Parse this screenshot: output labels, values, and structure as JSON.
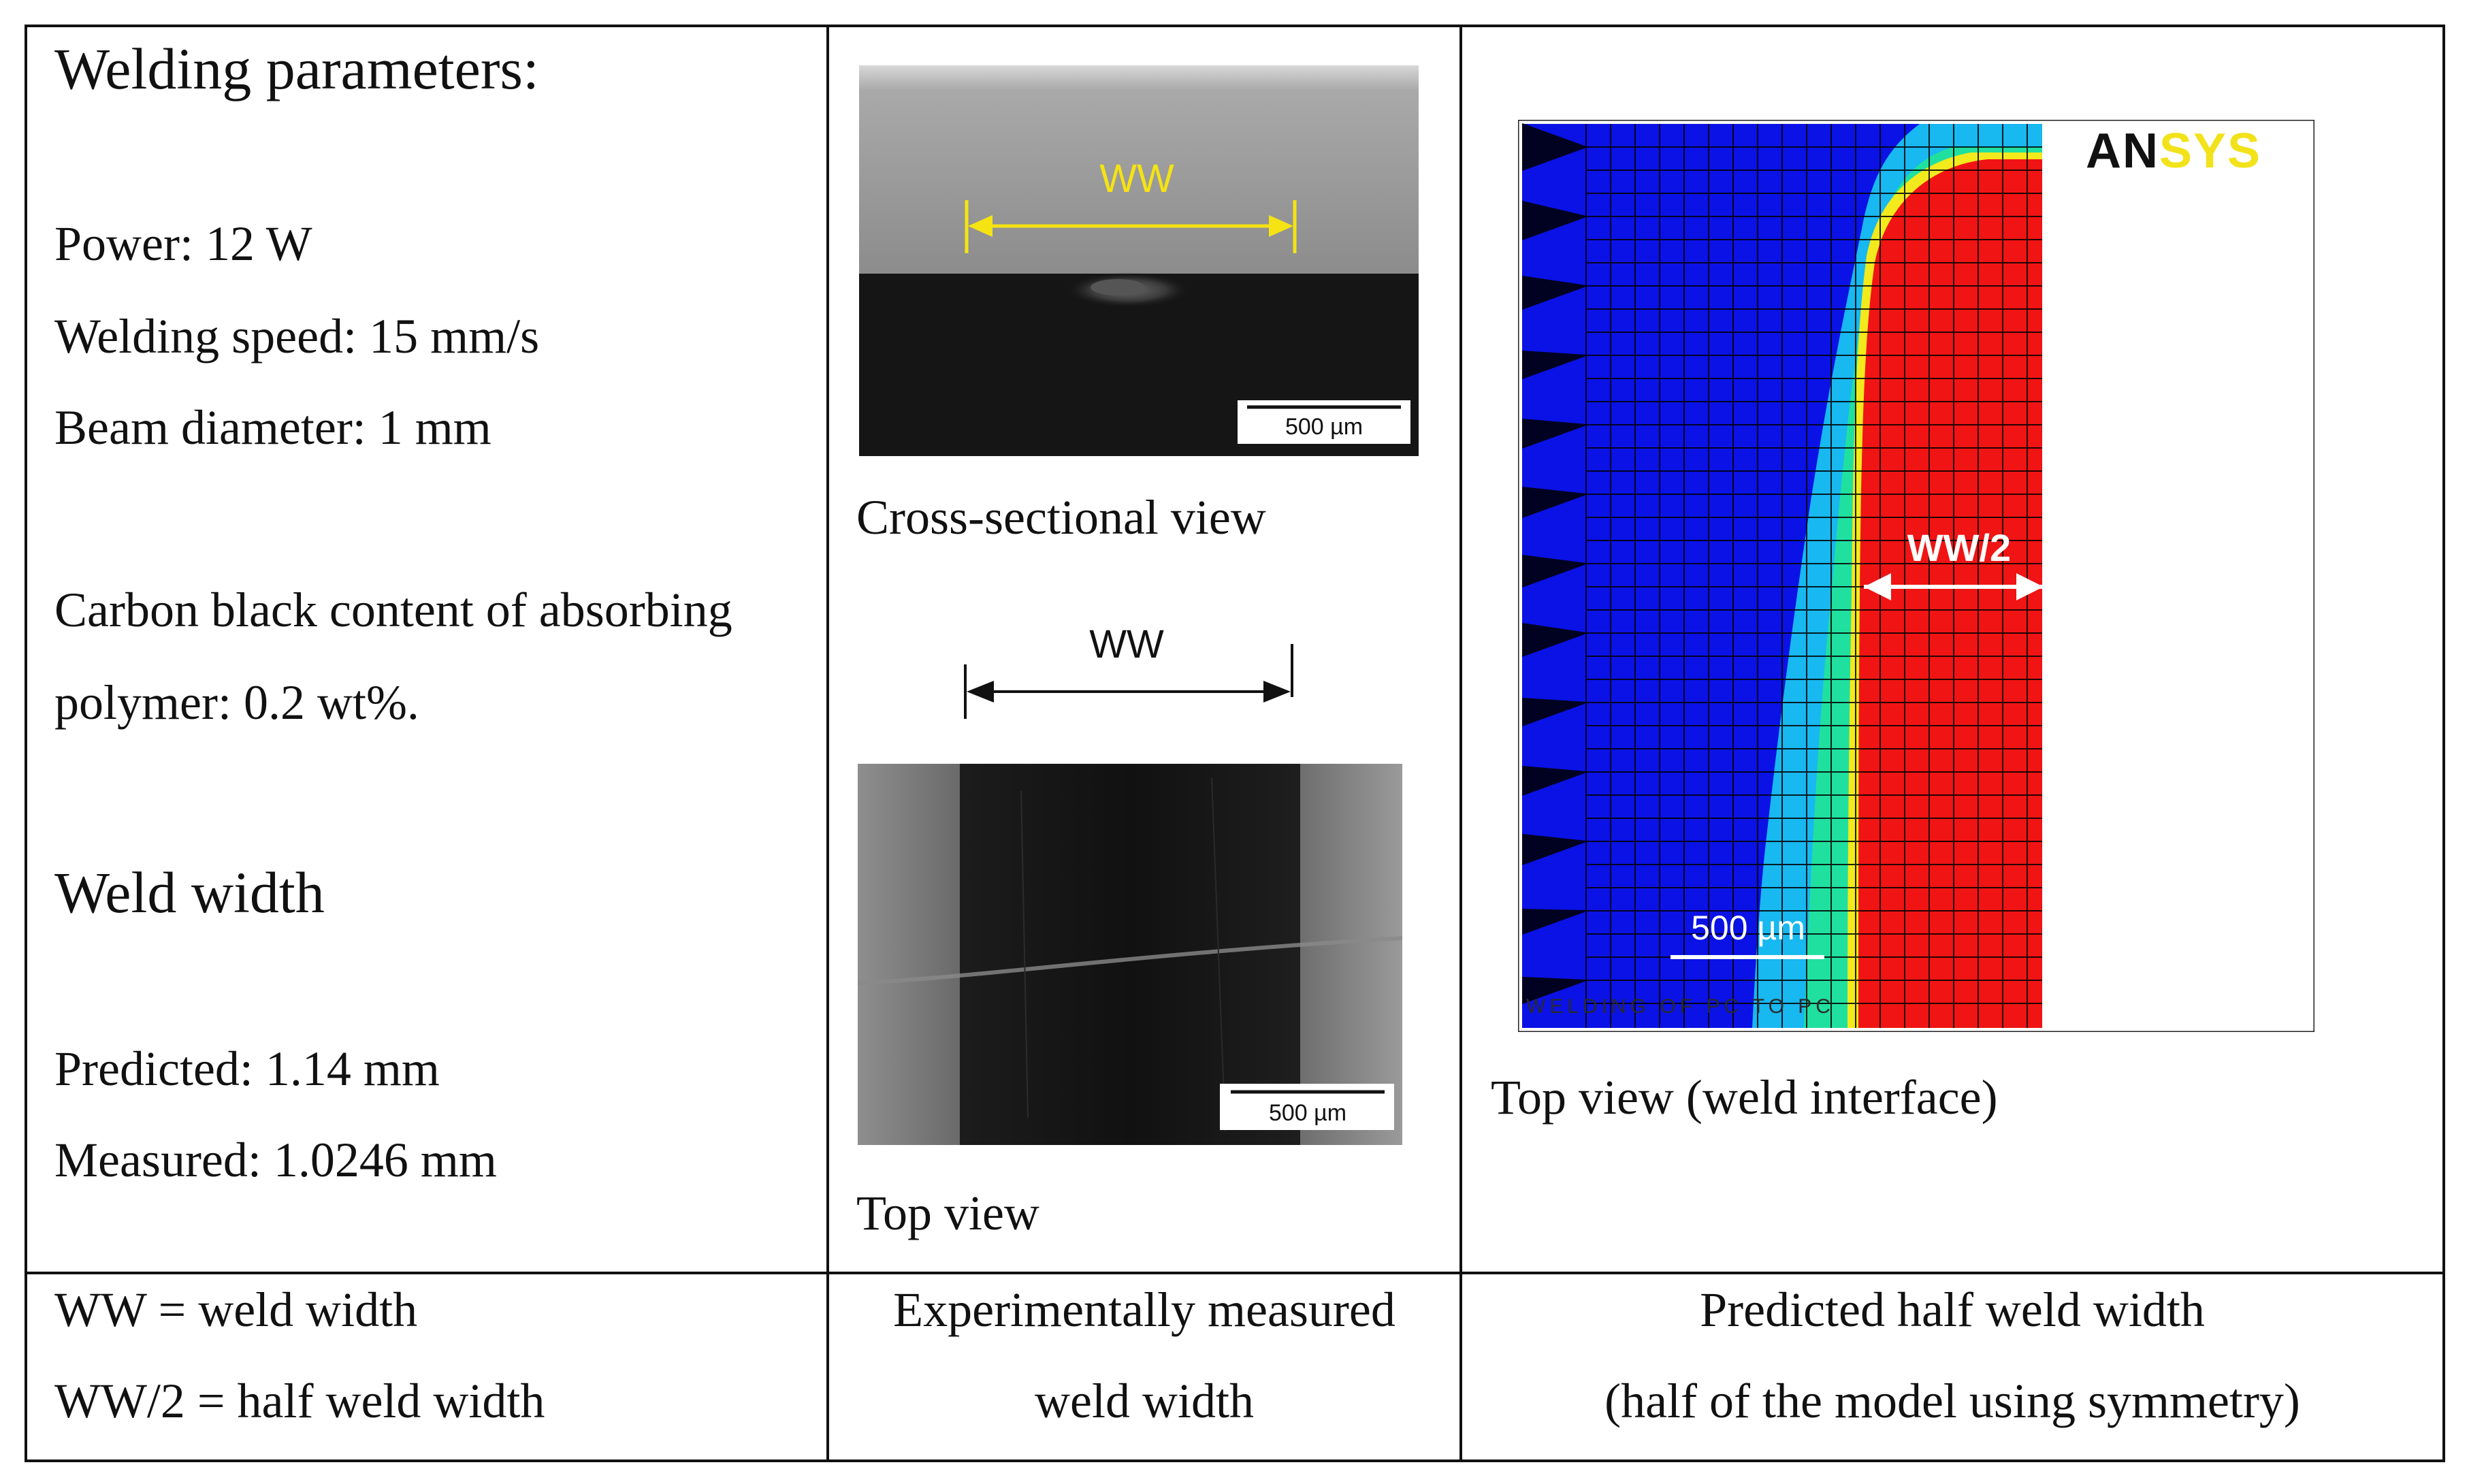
{
  "left": {
    "heading_params": "Welding parameters:",
    "power": "Power: 12 W",
    "speed": "Welding speed: 15 mm/s",
    "beam": "Beam diameter: 1 mm",
    "carbon_line1": "Carbon black content of absorbing",
    "carbon_line2": "polymer: 0.2 wt%.",
    "heading_width": "Weld width",
    "predicted": "Predicted: 1.14 mm",
    "measured": "Measured: 1.0246 mm"
  },
  "middle": {
    "cross_label": "WW",
    "cross_scale": "500 µm",
    "cross_caption": "Cross-sectional view",
    "top_label": "WW",
    "top_scale": "500 µm",
    "top_caption": "Top view"
  },
  "right": {
    "logo_an": "AN",
    "logo_sys": "SYS",
    "half_label": "WW/2",
    "scale": "500 µm",
    "footer_text": "WELDING OF PC TO PC",
    "caption": "Top view (weld interface)"
  },
  "footer": {
    "left_line1": "WW = weld width",
    "left_line2": "WW/2 = half weld width",
    "mid_line1": "Experimentally measured",
    "mid_line2": "weld width",
    "right_line1": "Predicted half weld width",
    "right_line2": "(half of the model using symmetry)"
  },
  "colors": {
    "contour_blue": "#0a12e6",
    "contour_cyan": "#18b8f0",
    "contour_green": "#20e0a0",
    "contour_yellow": "#f2ea1c",
    "contour_red": "#f01414",
    "annotation_yellow": "#f5e313",
    "logo_yellow": "#f2e21a"
  }
}
